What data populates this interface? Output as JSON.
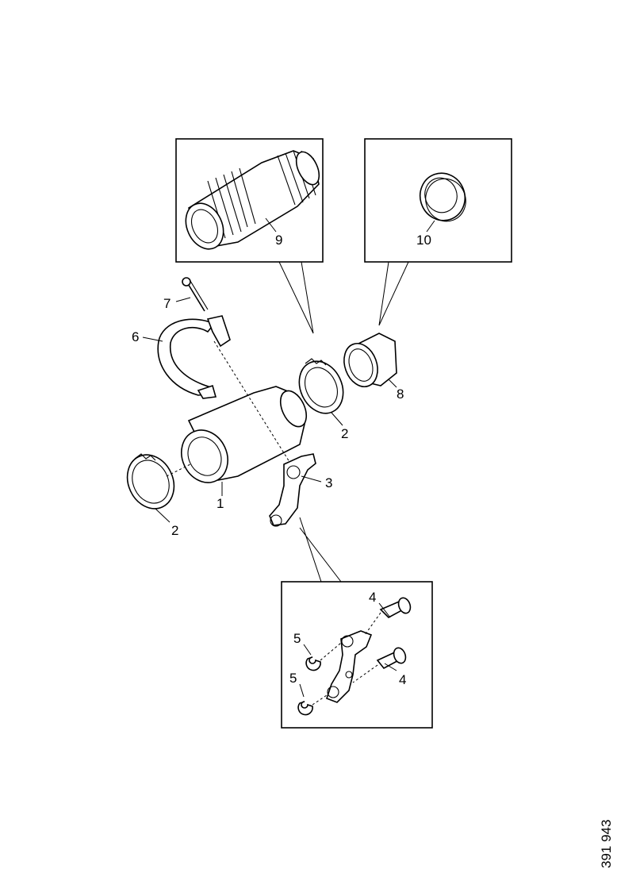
{
  "callouts": {
    "c1": "1",
    "c2a": "2",
    "c2b": "2",
    "c3": "3",
    "c4a": "4",
    "c4b": "4",
    "c5a": "5",
    "c5b": "5",
    "c6": "6",
    "c7": "7",
    "c8": "8",
    "c9": "9",
    "c10": "10"
  },
  "figure_number": "391 943",
  "colors": {
    "line": "#000000",
    "background": "#ffffff"
  }
}
